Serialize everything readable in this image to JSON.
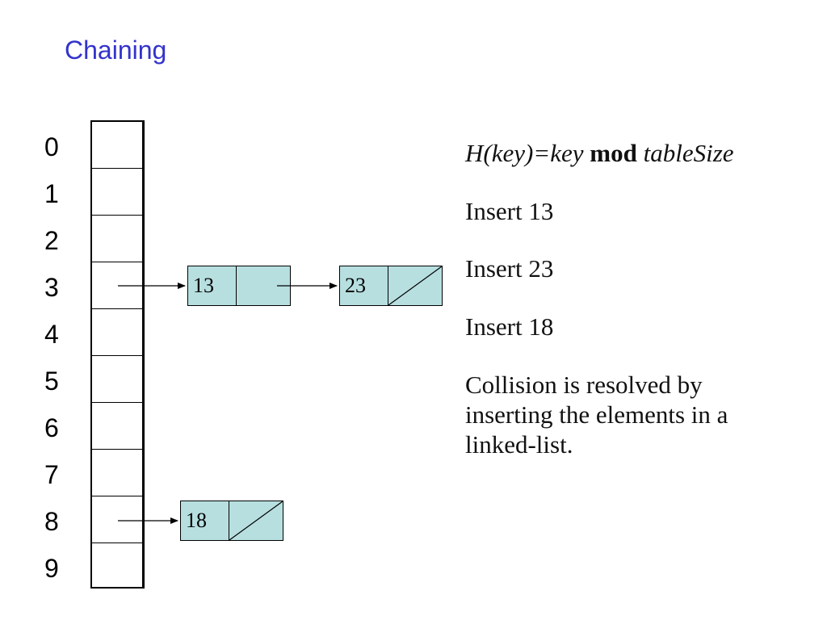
{
  "title": "Chaining",
  "table": {
    "indices": [
      "0",
      "1",
      "2",
      "3",
      "4",
      "5",
      "6",
      "7",
      "8",
      "9"
    ]
  },
  "nodes": [
    {
      "value": "13",
      "slot": "3",
      "next": "23"
    },
    {
      "value": "23",
      "slot": "3",
      "next": null
    },
    {
      "value": "18",
      "slot": "8",
      "next": null
    }
  ],
  "formula": {
    "h": "H(key)=key",
    "mod": "mod",
    "size": "tableSize"
  },
  "steps": [
    "Insert 13",
    "Insert 23",
    "Insert 18"
  ],
  "note": "Collision is resolved by inserting the elements in a linked-list.",
  "colors": {
    "title": "#3333cc",
    "node_fill": "#b7dfe0"
  }
}
